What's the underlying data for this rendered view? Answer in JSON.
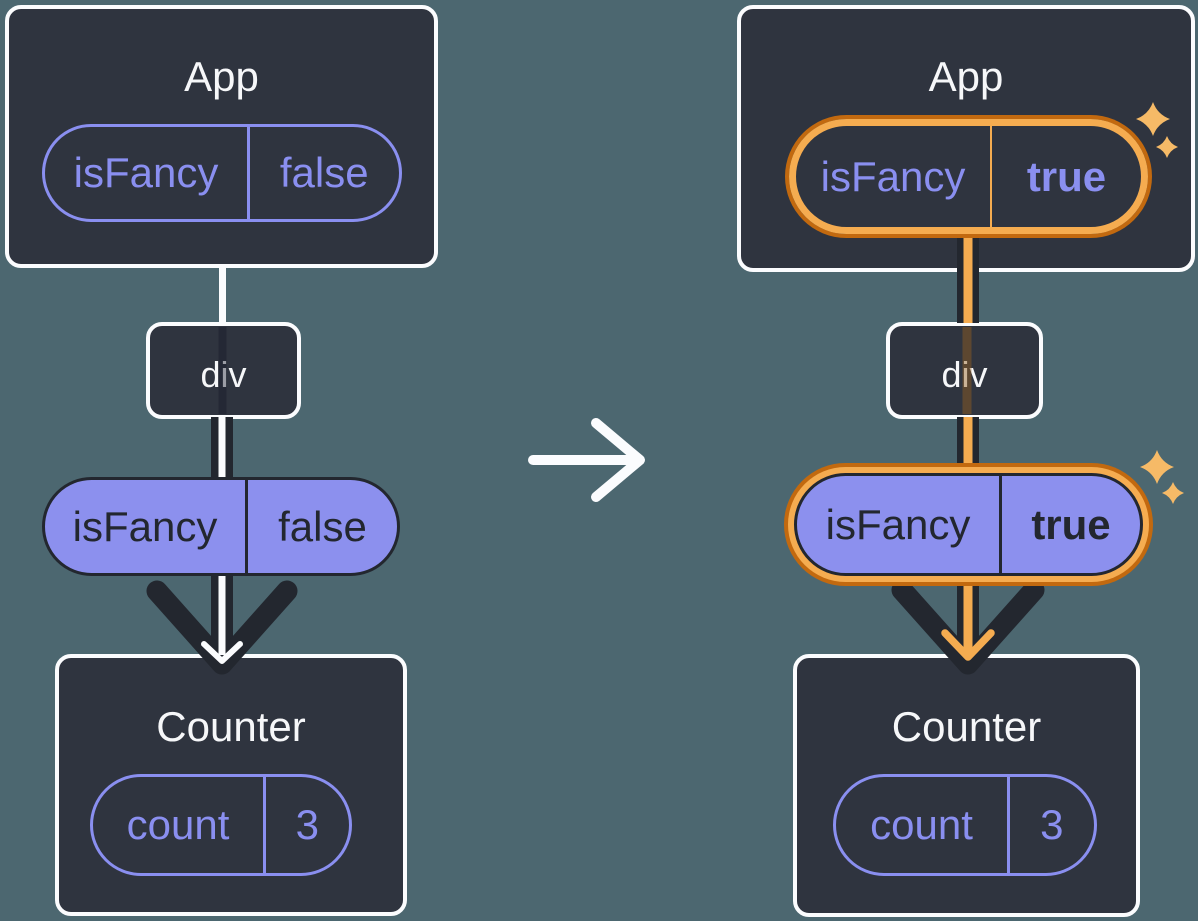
{
  "before": {
    "app": {
      "title": "App",
      "state_pill": {
        "key": "isFancy",
        "value": "false"
      }
    },
    "div": {
      "label": "div"
    },
    "prop_pill": {
      "key": "isFancy",
      "value": "false"
    },
    "counter": {
      "title": "Counter",
      "state_pill": {
        "key": "count",
        "value": "3"
      }
    }
  },
  "after": {
    "app": {
      "title": "App",
      "state_pill": {
        "key": "isFancy",
        "value": "true",
        "highlighted": true
      }
    },
    "div": {
      "label": "div"
    },
    "prop_pill": {
      "key": "isFancy",
      "value": "true",
      "highlighted": true
    },
    "counter": {
      "title": "Counter",
      "state_pill": {
        "key": "count",
        "value": "3"
      }
    }
  },
  "transition": {
    "icon": "right-arrow"
  },
  "colors": {
    "background": "#4C6770",
    "box_fill": "#2F343F",
    "box_border": "#FBFCFE",
    "purple": "#8A8FF0",
    "purple_fill": "#8C90EE",
    "dark": "#23272F",
    "orange_dark": "#C2690F",
    "orange_light": "#F5AC50",
    "sparkle": "#F6BA67"
  }
}
